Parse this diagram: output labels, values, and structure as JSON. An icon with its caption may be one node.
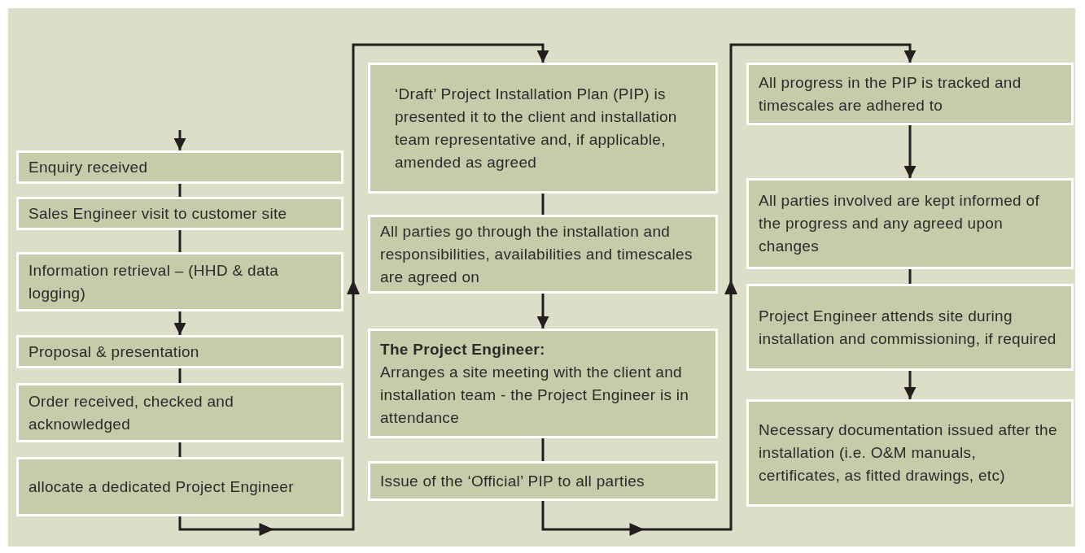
{
  "diagram": {
    "nodes": [
      {
        "text": [
          "Enquiry received"
        ]
      },
      {
        "text": [
          "Sales Engineer visit to customer site"
        ]
      },
      {
        "text": [
          "Information retrieval – (HHD & data logging)"
        ]
      },
      {
        "text": [
          "Proposal & presentation"
        ]
      },
      {
        "text": [
          "Order received, checked and acknowledged"
        ]
      },
      {
        "text": [
          "allocate a dedicated Project Engineer"
        ]
      },
      {
        "text": [
          "‘Draft’ Project Installation Plan (PIP) is presented it to the client and installation team representative and, if applicable, amended as agreed"
        ]
      },
      {
        "text": [
          "All parties go through the installation and responsibilities, availabilities and timescales are agreed on"
        ]
      },
      {
        "text": [
          "The Project Engineer:",
          "Arranges a site meeting with the client and installation team - the Project Engineer is in attendance"
        ]
      },
      {
        "text": [
          "Issue of the ‘Official’ PIP to all parties"
        ]
      },
      {
        "text": [
          "All progress in the PIP is tracked and timescales are adhered to"
        ]
      },
      {
        "text": [
          "All parties involved are kept informed of the progress and any agreed upon changes"
        ]
      },
      {
        "text": [
          "Project Engineer attends site during installation and commissioning, if required"
        ]
      },
      {
        "text": [
          "Necessary documentation issued after the installation (i.e. O&M manuals, certificates, as fitted drawings, etc)"
        ]
      }
    ],
    "edges": [
      {
        "from": null,
        "to": 0,
        "arrow": "to"
      },
      {
        "from": 0,
        "to": 1,
        "arrow": "none"
      },
      {
        "from": 1,
        "to": 2,
        "arrow": "none"
      },
      {
        "from": 2,
        "to": 3,
        "arrow": "to"
      },
      {
        "from": 3,
        "to": 4,
        "arrow": "none"
      },
      {
        "from": 4,
        "to": 5,
        "arrow": "none"
      },
      {
        "from": 5,
        "to": 6,
        "arrow": "to"
      },
      {
        "from": 6,
        "to": 7,
        "arrow": "none"
      },
      {
        "from": 7,
        "to": 8,
        "arrow": "to"
      },
      {
        "from": 8,
        "to": 9,
        "arrow": "none"
      },
      {
        "from": 9,
        "to": 10,
        "arrow": "to"
      },
      {
        "from": 10,
        "to": 11,
        "arrow": "to"
      },
      {
        "from": 11,
        "to": 12,
        "arrow": "none"
      },
      {
        "from": 12,
        "to": 13,
        "arrow": "to"
      }
    ]
  }
}
